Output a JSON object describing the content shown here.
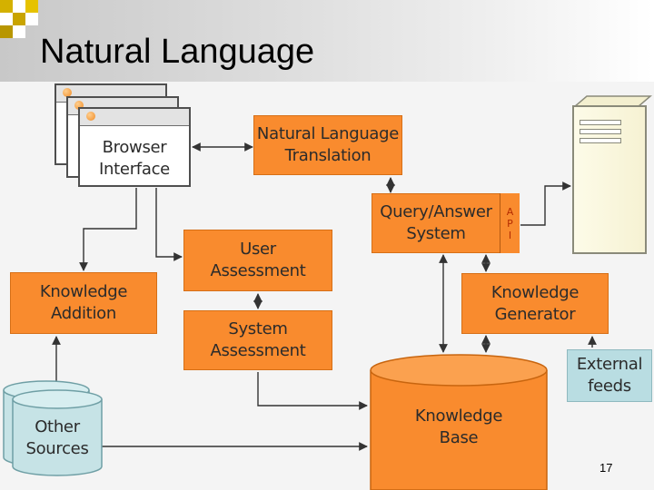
{
  "slide": {
    "title": "Natural Language",
    "page_number": "17"
  },
  "diagram": {
    "browser_interface": "Browser\nInterface",
    "natural_language_translation": "Natural Language\nTranslation",
    "query_answer_system": "Query/Answer\nSystem",
    "api": [
      "A",
      "P",
      "I"
    ],
    "user_assessment": "User\nAssessment",
    "system_assessment": "System\nAssessment",
    "knowledge_addition": "Knowledge\nAddition",
    "knowledge_generator": "Knowledge\nGenerator",
    "external_feeds": "External\nfeeds",
    "other_sources": "Other\nSources",
    "knowledge_base": "Knowledge\nBase"
  },
  "colors": {
    "box_orange": "#f98b2e",
    "feeds_teal": "#b9dde2",
    "cylinder_teal": "#c6e3e6",
    "arrow": "#333333"
  }
}
